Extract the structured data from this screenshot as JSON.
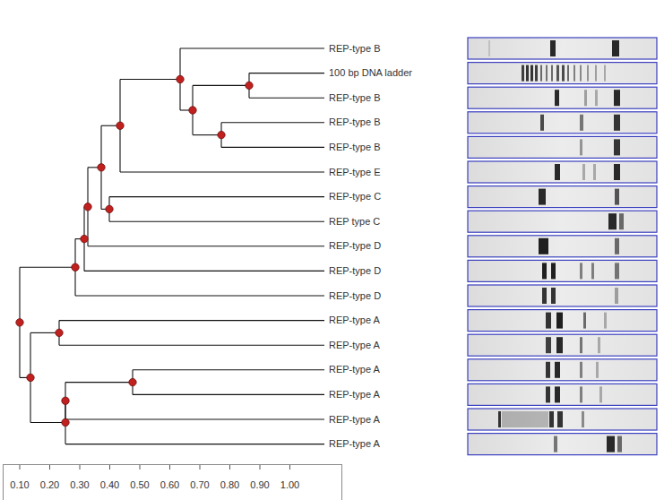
{
  "diagram": {
    "labels": [
      "REP-type B",
      "100 bp DNA ladder",
      "REP-type B",
      "REP-type B",
      "REP-type B",
      "REP-type E",
      "REP-type C",
      "REP type C",
      "REP-type D",
      "REP-type D",
      "REP-type D",
      "REP-type A",
      "REP-type A",
      "REP-type A",
      "REP-type A",
      "REP-type A",
      "REP-type A",
      "0.10",
      "0.20",
      "0.30",
      "0.40",
      "0.50",
      "0.60",
      "0.70",
      "0.80",
      "0.90",
      "1.00"
    ]
  }
}
